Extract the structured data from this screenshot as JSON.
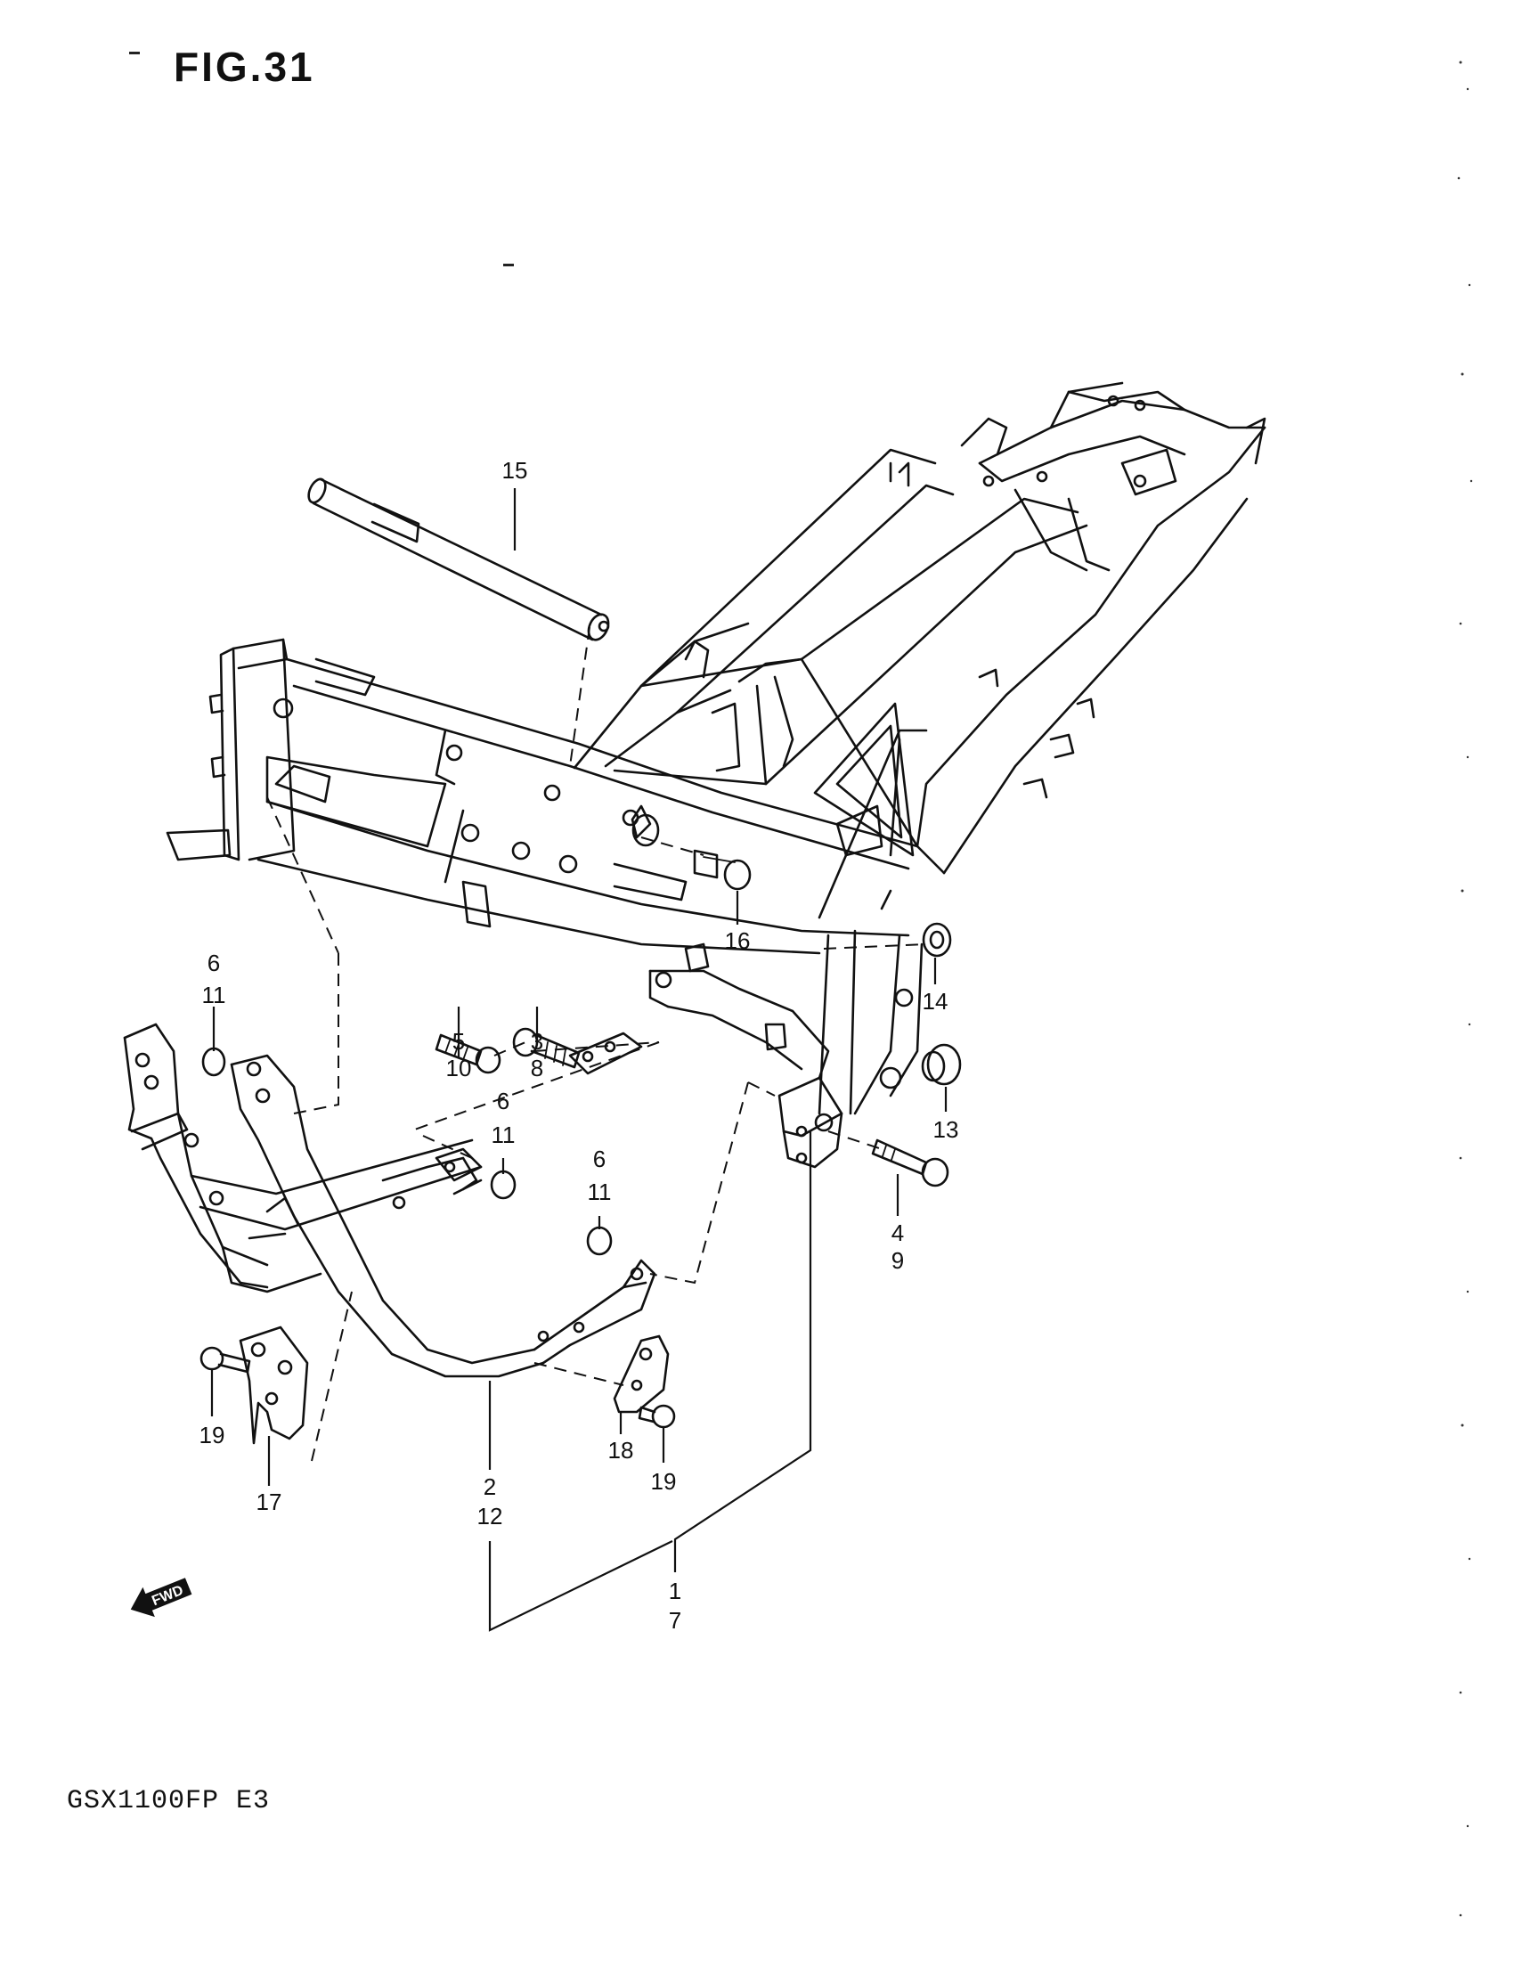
{
  "figure": {
    "title": "FIG.31",
    "model_code": "GSX1100FP  E3"
  },
  "fwd_arrow": {
    "label": "FWD",
    "icon": "forward-arrow-icon"
  },
  "callouts": {
    "c1": "1",
    "c7": "7",
    "c2": "2",
    "c12": "12",
    "c3": "3",
    "c8": "8",
    "c4": "4",
    "c9": "9",
    "c5": "5",
    "c10": "10",
    "c6a": "6",
    "c11a": "11",
    "c6b": "6",
    "c11b": "11",
    "c6c": "6",
    "c11c": "11",
    "c13": "13",
    "c14": "14",
    "c15": "15",
    "c16": "16",
    "c17": "17",
    "c18": "18",
    "c19a": "19",
    "c19b": "19"
  }
}
